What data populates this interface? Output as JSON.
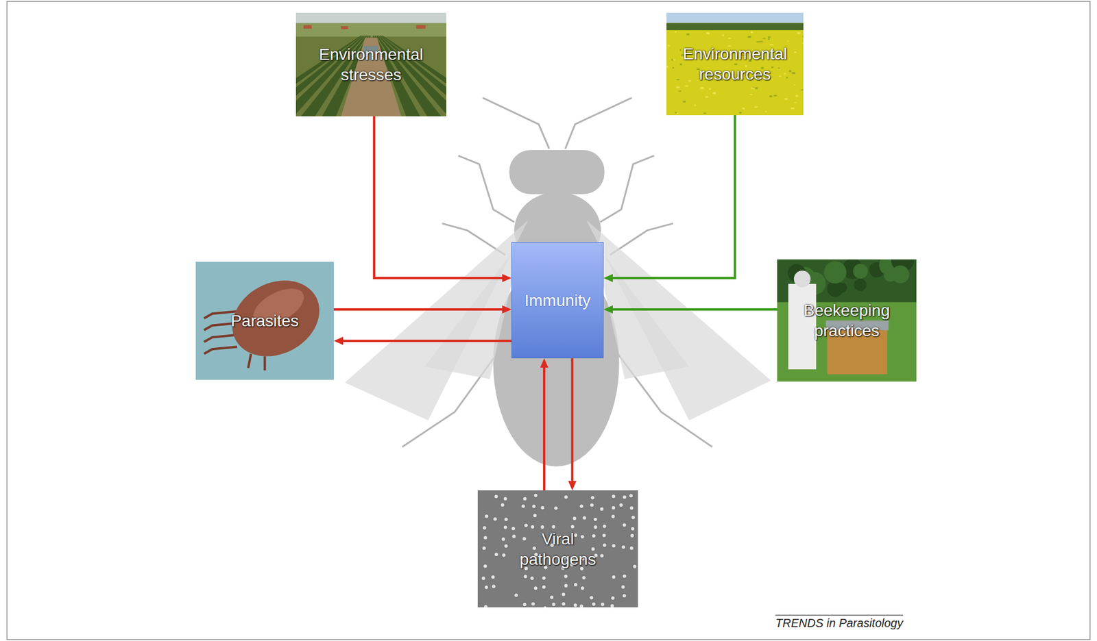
{
  "diagram": {
    "nodes": [
      {
        "text": [
          "Environmental stresses"
        ]
      },
      {
        "text": [
          "Environmental resources"
        ]
      },
      {
        "text": [
          "Parasites"
        ]
      },
      {
        "text": [
          "Immunity"
        ]
      },
      {
        "text": [
          "Beekeeping practices"
        ]
      },
      {
        "text": [
          "Viral pathogens"
        ]
      }
    ],
    "edges": [
      {
        "from": 0,
        "to": 3,
        "arrow": "to"
      },
      {
        "from": 1,
        "to": 3,
        "arrow": "to"
      },
      {
        "from": 2,
        "to": 3,
        "arrow": "to"
      },
      {
        "from": 3,
        "to": 2,
        "arrow": "to"
      },
      {
        "from": 4,
        "to": 3,
        "arrow": "to"
      },
      {
        "from": 5,
        "to": 3,
        "arrow": "to"
      },
      {
        "from": 3,
        "to": 5,
        "arrow": "to"
      }
    ],
    "labels": [
      "TRENDS in Parasitology"
    ]
  }
}
